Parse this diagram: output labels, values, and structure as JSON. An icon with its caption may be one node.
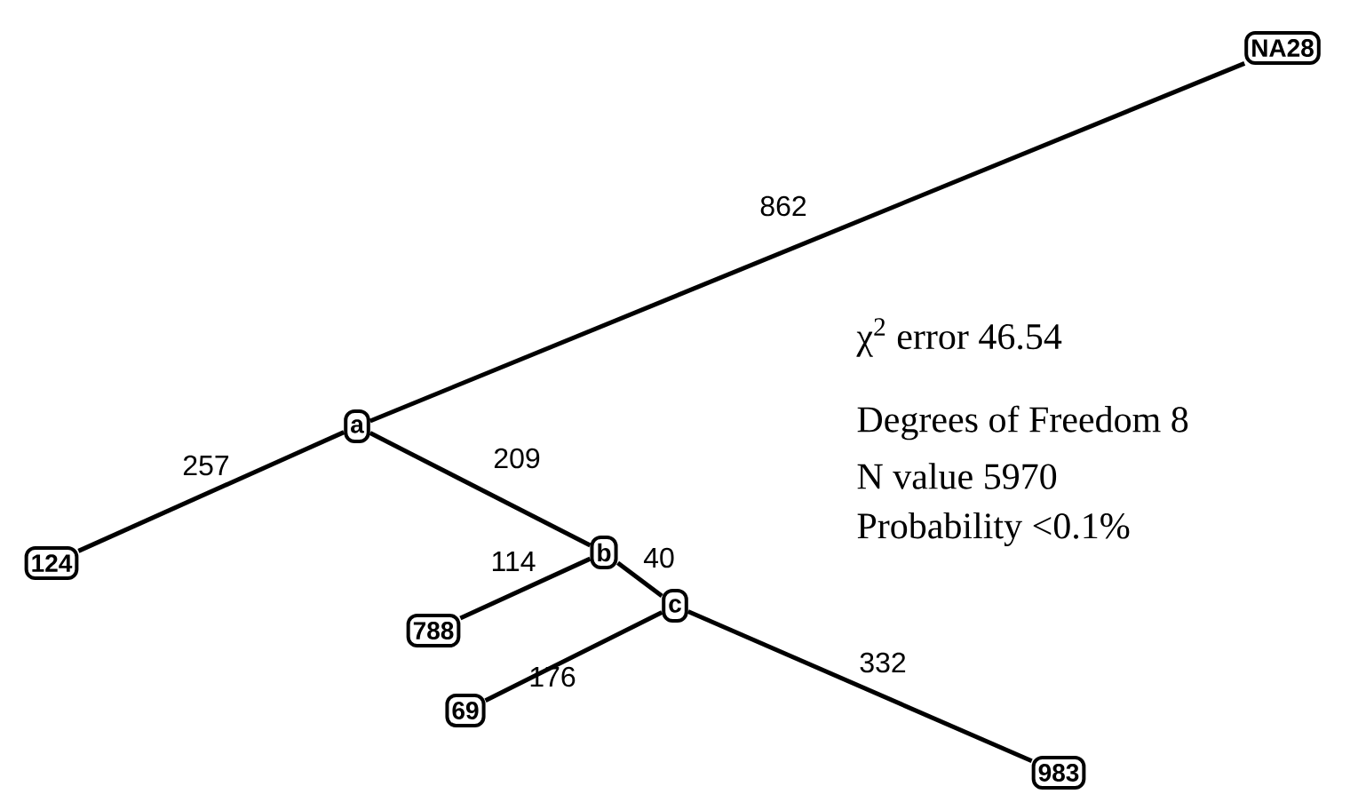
{
  "diagram": {
    "nodes": [
      {
        "text": [
          "NA28"
        ]
      },
      {
        "text": [
          "a"
        ]
      },
      {
        "text": [
          "124"
        ]
      },
      {
        "text": [
          "b"
        ]
      },
      {
        "text": [
          "788"
        ]
      },
      {
        "text": [
          "c"
        ]
      },
      {
        "text": [
          "69"
        ]
      },
      {
        "text": [
          "983"
        ]
      }
    ],
    "edges": [
      {
        "from": 1,
        "to": 0,
        "arrow": "none",
        "label": "862"
      },
      {
        "from": 1,
        "to": 2,
        "arrow": "none",
        "label": "257"
      },
      {
        "from": 1,
        "to": 3,
        "arrow": "none",
        "label": "209"
      },
      {
        "from": 3,
        "to": 4,
        "arrow": "none",
        "label": "114"
      },
      {
        "from": 3,
        "to": 5,
        "arrow": "none",
        "label": "40"
      },
      {
        "from": 5,
        "to": 6,
        "arrow": "none",
        "label": "176"
      },
      {
        "from": 5,
        "to": 7,
        "arrow": "none",
        "label": "332"
      }
    ],
    "labels": [
      "χ$^{2}$ error  46.54",
      "Degrees of Freedom  8",
      "N value  5970",
      "Probability   <0.1%"
    ]
  }
}
